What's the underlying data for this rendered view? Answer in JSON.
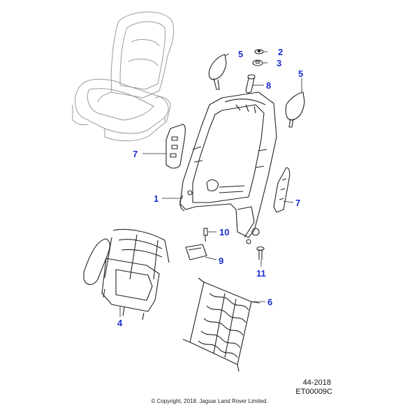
{
  "callouts": {
    "c1": "1",
    "c2": "2",
    "c3": "3",
    "c4": "4",
    "c5a": "5",
    "c5b": "5",
    "c6": "6",
    "c7a": "7",
    "c7b": "7",
    "c8": "8",
    "c9": "9",
    "c10": "10",
    "c11": "11"
  },
  "reference": {
    "date_code": "44-2018",
    "figure_code": "ET00009C"
  },
  "copyright": "© Copyright, 2018. Jaguar Land Rover Limited.",
  "colors": {
    "callout": "#1a2fd0",
    "line_art": "#222222",
    "ghost_art": "#9a9a9a"
  }
}
